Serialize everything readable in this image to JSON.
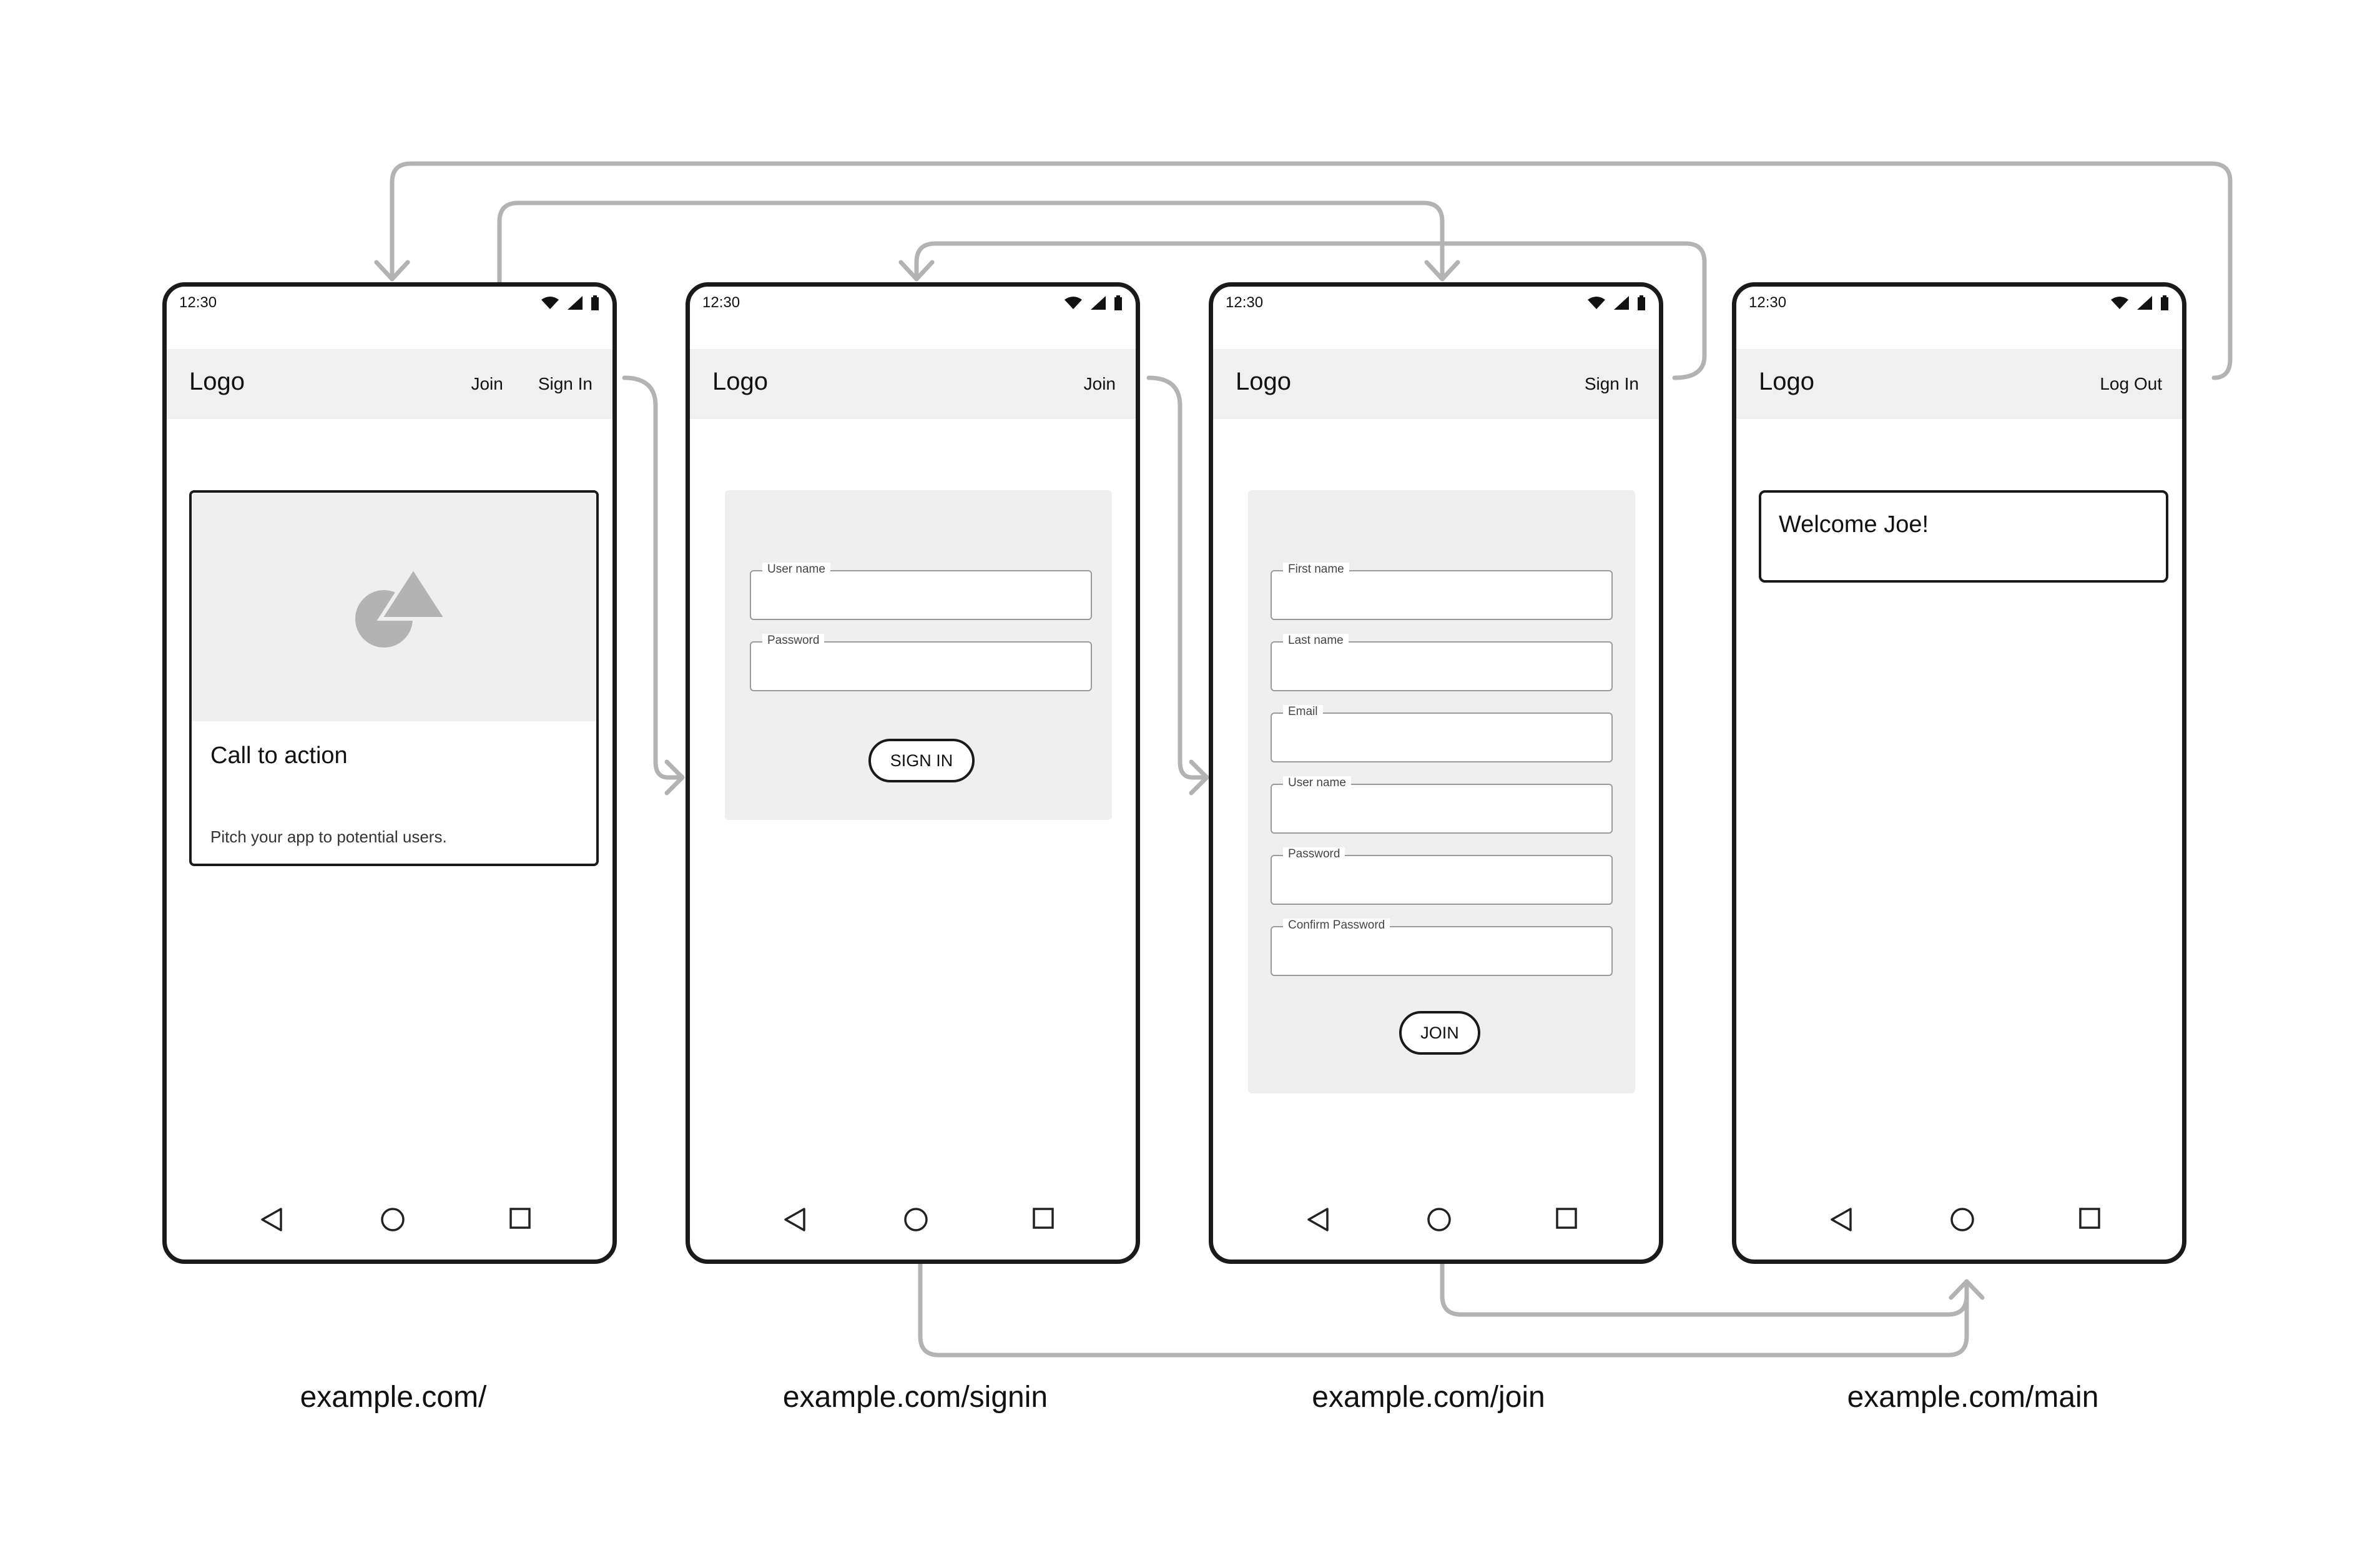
{
  "status_time": "12:30",
  "screens": {
    "home": {
      "logo": "Logo",
      "nav": [
        "Join",
        "Sign In"
      ],
      "card_title": "Call to action",
      "card_text": "Pitch your app to potential users.",
      "url": "example.com/"
    },
    "signin": {
      "logo": "Logo",
      "nav": [
        "Join"
      ],
      "fields": [
        "User name",
        "Password"
      ],
      "button": "SIGN IN",
      "url": "example.com/signin"
    },
    "join": {
      "logo": "Logo",
      "nav": [
        "Sign In"
      ],
      "fields": [
        "First name",
        "Last name",
        "Email",
        "User name",
        "Password",
        "Confirm Password"
      ],
      "button": "JOIN",
      "url": "example.com/join"
    },
    "main": {
      "logo": "Logo",
      "nav": [
        "Log Out"
      ],
      "welcome": "Welcome Joe!",
      "url": "example.com/main"
    }
  },
  "icons": {
    "status": [
      "wifi-icon",
      "signal-icon",
      "battery-icon"
    ],
    "navbar": [
      "back-icon",
      "home-icon",
      "recents-icon"
    ],
    "placeholder": "shapes-icon"
  },
  "colors": {
    "frame": "#1a1a1a",
    "appbar": "#f0f0f0",
    "panel": "#efefef",
    "connector": "#b3b3b3"
  }
}
